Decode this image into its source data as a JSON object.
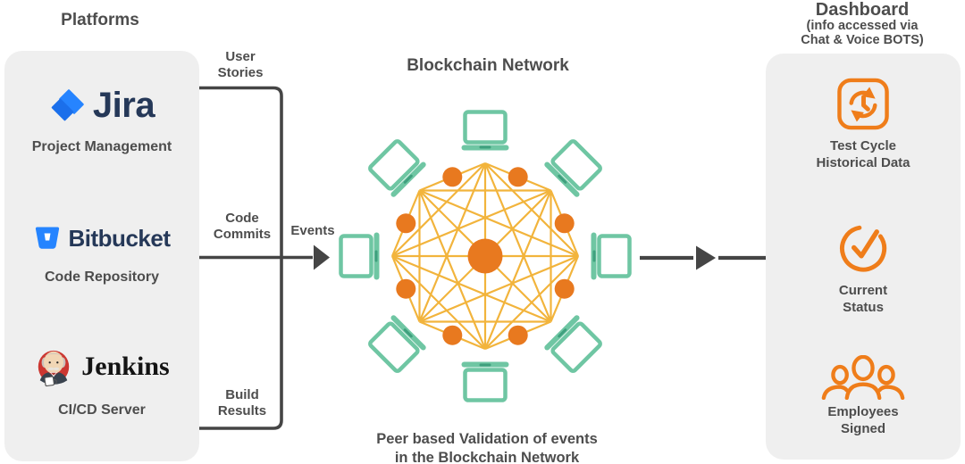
{
  "platforms": {
    "heading": "Platforms",
    "items": [
      {
        "name": "jira",
        "wordmark": "Jira",
        "label": "Project Management"
      },
      {
        "name": "bitbucket",
        "wordmark": "Bitbucket",
        "label": "Code Repository"
      },
      {
        "name": "jenkins",
        "wordmark": "Jenkins",
        "label": "CI/CD Server"
      }
    ]
  },
  "flows": {
    "labels": [
      "User Stories",
      "Code Commits",
      "Build Results"
    ],
    "events_label": "Events"
  },
  "network": {
    "title": "Blockchain Network",
    "caption_line1": "Peer based Validation of events",
    "caption_line2": "in the Blockchain Network",
    "peer_count": 8
  },
  "dashboard": {
    "heading": "Dashboard",
    "subheading_line1": "(info accessed via",
    "subheading_line2": "Chat & Voice BOTS)",
    "items": [
      {
        "icon": "history-clock-icon",
        "line1": "Test Cycle",
        "line2": "Historical Data"
      },
      {
        "icon": "check-circle-icon",
        "line1": "Current",
        "line2": "Status"
      },
      {
        "icon": "people-group-icon",
        "line1": "Employees",
        "line2": "Signed"
      }
    ]
  },
  "colors": {
    "panel_bg": "#EFEFEF",
    "text_dark": "#4D4D4D",
    "connector": "#454545",
    "network_line": "#F2B43C",
    "network_node": "#E8791F",
    "laptop_green": "#6FC6A3",
    "laptop_notch": "#3FA07E",
    "dash_orange": "#EF7D1A",
    "atlassian_blue": "#2684FF",
    "atlassian_blue_dark": "#1B6FEB",
    "wordmark_navy": "#253858",
    "jenkins_red": "#CC3731"
  }
}
